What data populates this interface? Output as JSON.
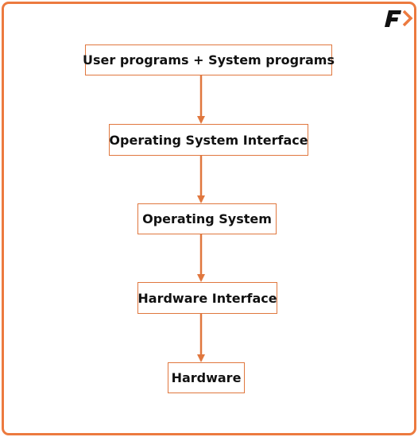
{
  "diagram": {
    "nodes": [
      {
        "id": "user-programs",
        "label": "User programs + System programs"
      },
      {
        "id": "os-interface",
        "label": "Operating System Interface"
      },
      {
        "id": "operating-system",
        "label": "Operating System"
      },
      {
        "id": "hardware-interface",
        "label": "Hardware Interface"
      },
      {
        "id": "hardware",
        "label": "Hardware"
      }
    ],
    "edges": [
      {
        "from": "user-programs",
        "to": "os-interface"
      },
      {
        "from": "os-interface",
        "to": "operating-system"
      },
      {
        "from": "operating-system",
        "to": "hardware-interface"
      },
      {
        "from": "hardware-interface",
        "to": "hardware"
      }
    ]
  },
  "colors": {
    "accent": "#ec7a3f",
    "logo_dark": "#111111",
    "text": "#111111"
  },
  "icons": {
    "logo": "brand-logo-icon"
  }
}
